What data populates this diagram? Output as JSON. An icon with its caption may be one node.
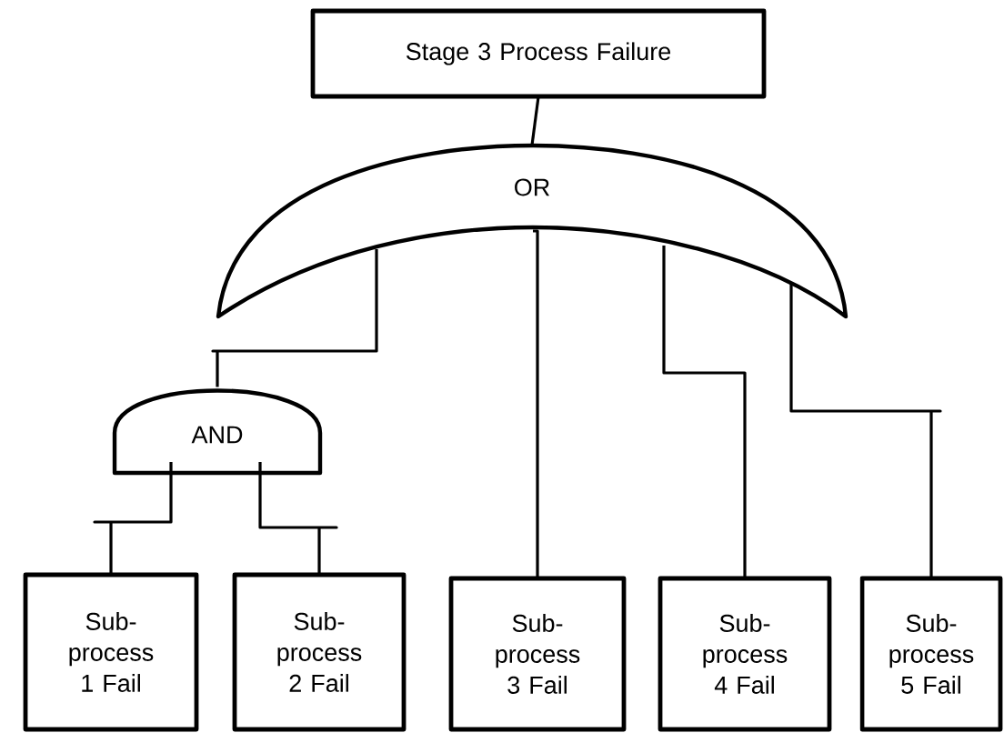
{
  "diagram": {
    "nodes": [
      {
        "text": [
          "Stage 3 Process Failure"
        ]
      },
      {
        "text": [
          "OR"
        ]
      },
      {
        "text": [
          "AND"
        ]
      },
      {
        "text": [
          "Sub- process 1 Fail"
        ]
      },
      {
        "text": [
          "Sub- process 2 Fail"
        ]
      },
      {
        "text": [
          "Sub- process 3 Fail"
        ]
      },
      {
        "text": [
          "Sub- process 4 Fail"
        ]
      },
      {
        "text": [
          "Sub- process 5 Fail"
        ]
      }
    ],
    "edges": [
      {
        "from": 0,
        "to": 1,
        "arrow": "none"
      },
      {
        "from": 1,
        "to": 2,
        "arrow": "none"
      },
      {
        "from": 2,
        "to": 3,
        "arrow": "none"
      },
      {
        "from": 2,
        "to": 4,
        "arrow": "none"
      },
      {
        "from": 1,
        "to": 5,
        "arrow": "none"
      },
      {
        "from": 1,
        "to": 6,
        "arrow": "none"
      },
      {
        "from": 1,
        "to": 7,
        "arrow": "none"
      }
    ]
  }
}
